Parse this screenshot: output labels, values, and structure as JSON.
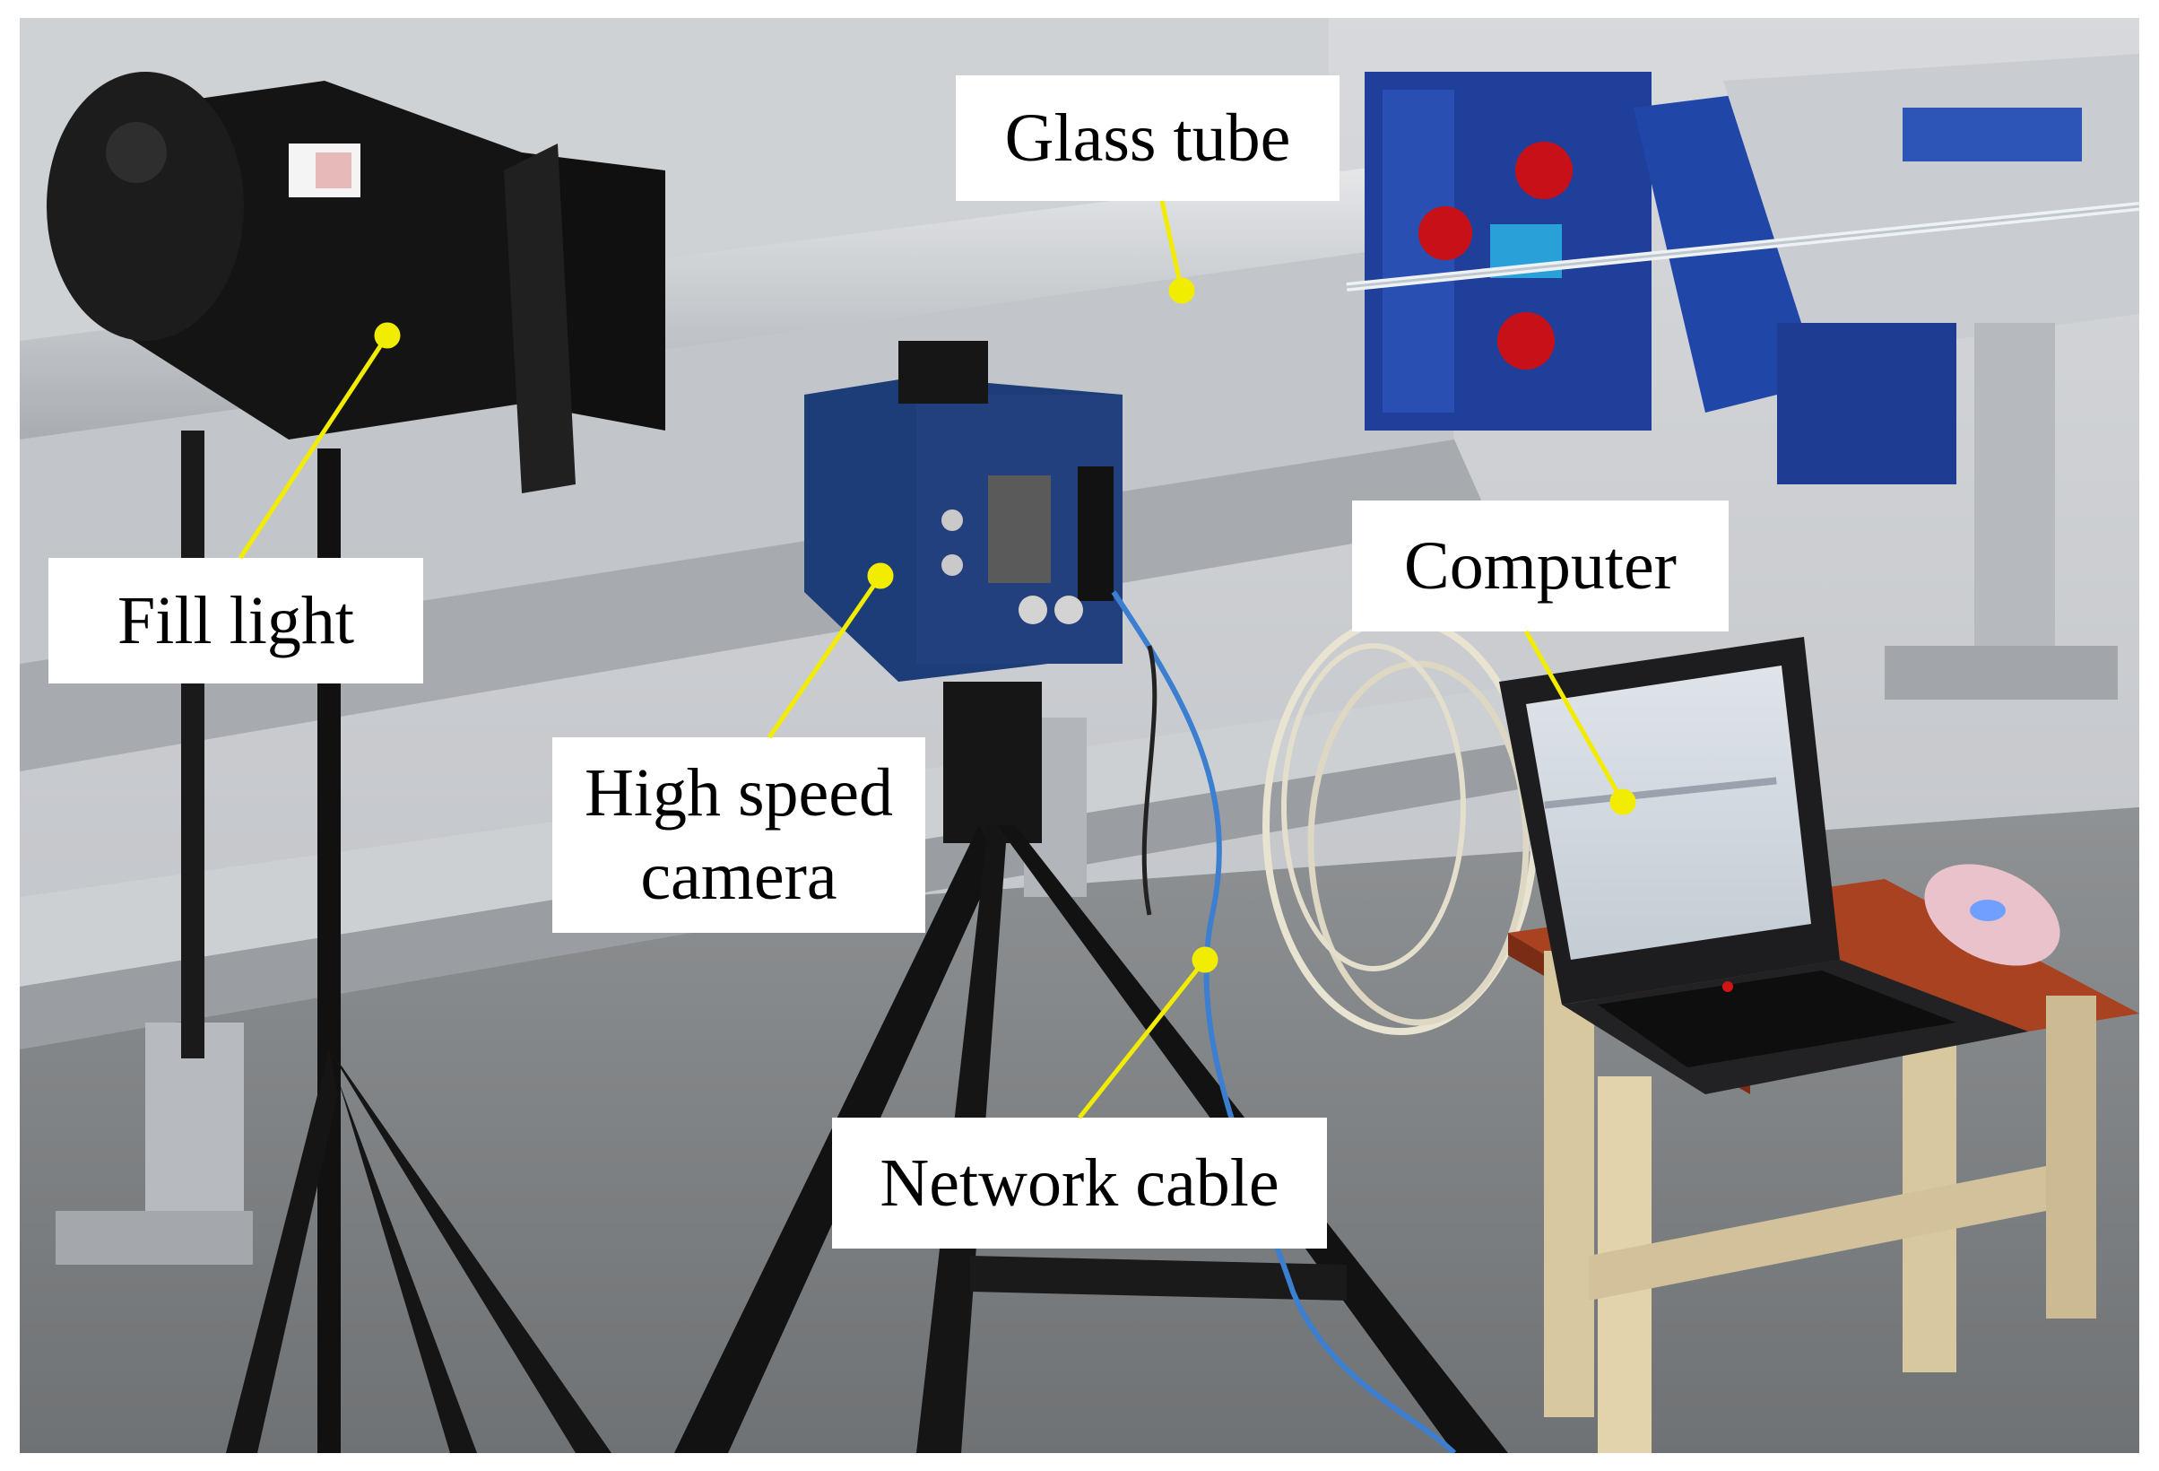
{
  "photo": {
    "subjects": [
      "fill-light",
      "glass-tube",
      "high-speed-camera",
      "tripod",
      "network-cable",
      "laptop-computer",
      "mouse",
      "wooden-stool",
      "machine-frame"
    ]
  },
  "labels": {
    "glass_tube": "Glass tube",
    "fill_light": "Fill light",
    "camera_line1": "High speed",
    "camera_line2": "camera",
    "computer": "Computer",
    "network_cable": "Network cable"
  },
  "colors": {
    "pointer": "#f2ec00",
    "label_bg": "#ffffff",
    "label_text": "#000000"
  }
}
